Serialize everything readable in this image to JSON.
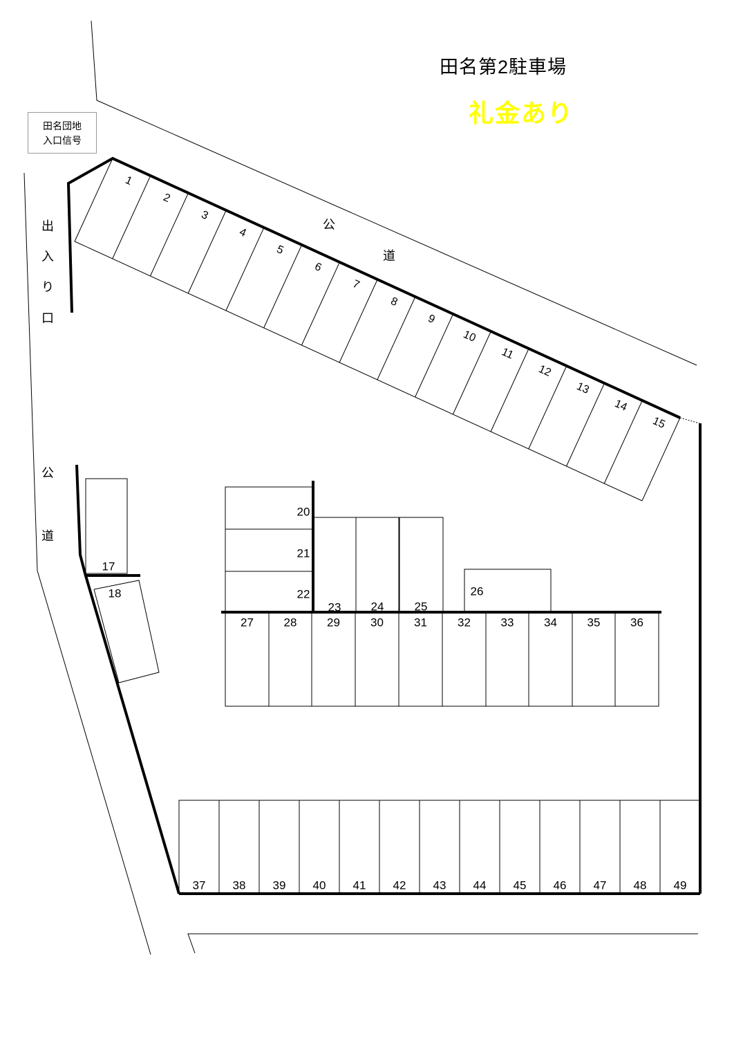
{
  "title": "田名第2駐車場",
  "notice": "礼金あり",
  "notice_color": "#ffff00",
  "signal_label": [
    "田名団地",
    "入口信号"
  ],
  "entrance_chars": [
    "出",
    "入",
    "り",
    "口"
  ],
  "road_top_chars": [
    "公",
    "道"
  ],
  "road_left_chars": [
    "公",
    "道"
  ],
  "spaces": {
    "diagonal_row": [
      "1",
      "2",
      "3",
      "4",
      "5",
      "6",
      "7",
      "8",
      "9",
      "10",
      "11",
      "12",
      "13",
      "14",
      "15"
    ],
    "left": [
      "17",
      "18"
    ],
    "stack": [
      "20",
      "21",
      "22"
    ],
    "upper_row": [
      "23",
      "24",
      "25",
      "26"
    ],
    "middle_row": [
      "27",
      "28",
      "29",
      "30",
      "31",
      "32",
      "33",
      "34",
      "35",
      "36"
    ],
    "bottom_row": [
      "37",
      "38",
      "39",
      "40",
      "41",
      "42",
      "43",
      "44",
      "45",
      "46",
      "47",
      "48",
      "49"
    ]
  }
}
